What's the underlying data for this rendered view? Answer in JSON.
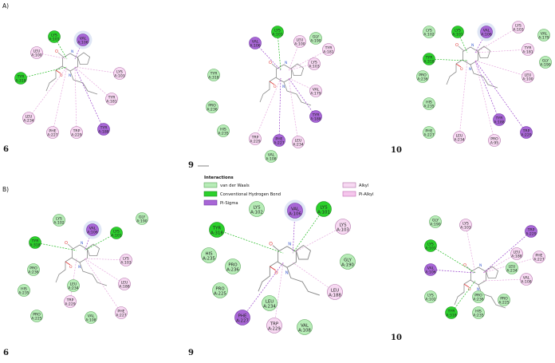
{
  "panel_labels": {
    "a": "A)",
    "b": "B)"
  },
  "compound_labels": {
    "a1": "6",
    "a2": "9",
    "a3": "10",
    "b1": "6",
    "b2": "9",
    "b3": "10"
  },
  "legend": {
    "title": "Interactions",
    "items": [
      {
        "label": "van der Waals",
        "fill": "#b7ecb7",
        "stroke": "#5aa55a"
      },
      {
        "label": "Conventional Hydrogen Bond",
        "fill": "#2bd02b",
        "stroke": "#1a8a1a"
      },
      {
        "label": "Pi-Sigma",
        "fill": "#a866d6",
        "stroke": "#6a2ea0"
      },
      {
        "label": "Alkyl",
        "fill": "#f7d9f2",
        "stroke": "#b070a8"
      },
      {
        "label": "Pi-Alkyl",
        "fill": "#f5c6ec",
        "stroke": "#c06ab4"
      }
    ]
  },
  "colors": {
    "vdw": "#b7ecb7",
    "vdw_stroke": "#5aa55a",
    "hbond": "#2bd02b",
    "hbond_stroke": "#1a8a1a",
    "pisigma": "#a866d6",
    "pisigma_stroke": "#6a2ea0",
    "alkyl": "#f7d9f2",
    "alkyl_stroke": "#b070a8",
    "halo": "#dfe6f5",
    "molecule": "#8c8c8c",
    "oxygen": "#e04040",
    "nitrogen": "#4060d0",
    "hbond_line": "#22bb22",
    "pisigma_line": "#9a44cc",
    "alkyl_line": "#e6a8de"
  },
  "diagrams": [
    {
      "id": "a1",
      "residues": [
        {
          "text": [
            "LYS",
            "A:101"
          ],
          "type": "hbond"
        },
        {
          "text": [
            "VAL",
            "A:106"
          ],
          "type": "pisigma",
          "halo": true
        },
        {
          "text": [
            "LEU",
            "A:100"
          ],
          "type": "alkyl"
        },
        {
          "text": [
            "TYR",
            "A:318"
          ],
          "type": "hbond"
        },
        {
          "text": [
            "LYS",
            "A:103"
          ],
          "type": "alkyl"
        },
        {
          "text": [
            "TYR",
            "A:181"
          ],
          "type": "alkyl"
        },
        {
          "text": [
            "LEU",
            "A:234"
          ],
          "type": "alkyl"
        },
        {
          "text": [
            "TYR",
            "A:188"
          ],
          "type": "pisigma"
        },
        {
          "text": [
            "PHE",
            "A:227"
          ],
          "type": "alkyl"
        },
        {
          "text": [
            "TRP",
            "A:229"
          ],
          "type": "alkyl"
        }
      ]
    },
    {
      "id": "a2",
      "residues": [
        {
          "text": [
            "LYS",
            "A:101"
          ],
          "type": "hbond"
        },
        {
          "text": [
            "VAL",
            "A:106"
          ],
          "type": "pisigma"
        },
        {
          "text": [
            "LEU",
            "A:100"
          ],
          "type": "alkyl"
        },
        {
          "text": [
            "GLY",
            "A:190"
          ],
          "type": "vdw"
        },
        {
          "text": [
            "TYR",
            "A:181"
          ],
          "type": "alkyl"
        },
        {
          "text": [
            "LYS",
            "A:103"
          ],
          "type": "alkyl"
        },
        {
          "text": [
            "TYR",
            "A:318"
          ],
          "type": "vdw"
        },
        {
          "text": [
            "VAL",
            "A:179"
          ],
          "type": "alkyl"
        },
        {
          "text": [
            "PRO",
            "A:236"
          ],
          "type": "vdw"
        },
        {
          "text": [
            "TYR",
            "A:188"
          ],
          "type": "pisigma"
        },
        {
          "text": [
            "HIS",
            "A:235"
          ],
          "type": "vdw"
        },
        {
          "text": [
            "TRP",
            "A:229"
          ],
          "type": "alkyl"
        },
        {
          "text": [
            "PHE",
            "A:227"
          ],
          "type": "pisigma"
        },
        {
          "text": [
            "LEU",
            "A:234"
          ],
          "type": "alkyl"
        },
        {
          "text": [
            "VAL",
            "A:108"
          ],
          "type": "vdw"
        }
      ]
    },
    {
      "id": "a3",
      "residues": [
        {
          "text": [
            "LYS",
            "A:102"
          ],
          "type": "vdw"
        },
        {
          "text": [
            "LYS",
            "A:101"
          ],
          "type": "hbond"
        },
        {
          "text": [
            "VAL",
            "A:106"
          ],
          "type": "pisigma",
          "halo": true
        },
        {
          "text": [
            "LYS",
            "A:103"
          ],
          "type": "alkyl"
        },
        {
          "text": [
            "VAL",
            "A:179"
          ],
          "type": "vdw"
        },
        {
          "text": [
            "TYR",
            "A:318"
          ],
          "type": "hbond"
        },
        {
          "text": [
            "TYR",
            "A:181"
          ],
          "type": "alkyl"
        },
        {
          "text": [
            "GLY",
            "A:190"
          ],
          "type": "vdw"
        },
        {
          "text": [
            "PRO",
            "A:236"
          ],
          "type": "vdw"
        },
        {
          "text": [
            "LEU",
            "A:100"
          ],
          "type": "alkyl"
        },
        {
          "text": [
            "HIS",
            "A:235"
          ],
          "type": "vdw"
        },
        {
          "text": [
            "TYR",
            "A:188"
          ],
          "type": "pisigma"
        },
        {
          "text": [
            "TRP",
            "A:229"
          ],
          "type": "pisigma"
        },
        {
          "text": [
            "PHE",
            "A:227"
          ],
          "type": "vdw"
        },
        {
          "text": [
            "LEU",
            "A:234"
          ],
          "type": "alkyl"
        },
        {
          "text": [
            "PRO",
            "A:95"
          ],
          "type": "alkyl"
        }
      ]
    },
    {
      "id": "b1",
      "residues": [
        {
          "text": [
            "LYS",
            "A:102"
          ],
          "type": "vdw"
        },
        {
          "text": [
            "VAL",
            "A:106"
          ],
          "type": "pisigma",
          "halo": true
        },
        {
          "text": [
            "LYS",
            "A:101"
          ],
          "type": "hbond"
        },
        {
          "text": [
            "TYR",
            "A:318"
          ],
          "type": "hbond"
        },
        {
          "text": [
            "GLY",
            "A:190"
          ],
          "type": "vdw"
        },
        {
          "text": [
            "PRO",
            "A:236"
          ],
          "type": "vdw"
        },
        {
          "text": [
            "LYS",
            "A:103"
          ],
          "type": "alkyl"
        },
        {
          "text": [
            "HIS",
            "A:235"
          ],
          "type": "vdw"
        },
        {
          "text": [
            "LEU",
            "A:234"
          ],
          "type": "vdw"
        },
        {
          "text": [
            "LEU",
            "A:188"
          ],
          "type": "alkyl"
        },
        {
          "text": [
            "PRO",
            "A:225"
          ],
          "type": "vdw"
        },
        {
          "text": [
            "TRP",
            "A:229"
          ],
          "type": "alkyl"
        },
        {
          "text": [
            "VAL",
            "A:108"
          ],
          "type": "vdw"
        },
        {
          "text": [
            "PHE",
            "A:227"
          ],
          "type": "alkyl"
        }
      ]
    },
    {
      "id": "b2",
      "residues": [
        {
          "text": [
            "LYS",
            "A:102"
          ],
          "type": "vdw"
        },
        {
          "text": [
            "VAL",
            "A:106"
          ],
          "type": "pisigma",
          "halo": true
        },
        {
          "text": [
            "LYS",
            "A:101"
          ],
          "type": "hbond"
        },
        {
          "text": [
            "TYR",
            "A:318"
          ],
          "type": "hbond"
        },
        {
          "text": [
            "LYS",
            "A:103"
          ],
          "type": "alkyl"
        },
        {
          "text": [
            "HIS",
            "A:235"
          ],
          "type": "vdw"
        },
        {
          "text": [
            "PRO",
            "A:236"
          ],
          "type": "vdw"
        },
        {
          "text": [
            "GLY",
            "A:190"
          ],
          "type": "vdw"
        },
        {
          "text": [
            "PRO",
            "A:225"
          ],
          "type": "vdw"
        },
        {
          "text": [
            "LEU",
            "A:188"
          ],
          "type": "alkyl"
        },
        {
          "text": [
            "LEU",
            "A:234"
          ],
          "type": "vdw"
        },
        {
          "text": [
            "PHE",
            "A:227"
          ],
          "type": "pisigma"
        },
        {
          "text": [
            "TRP",
            "A:229"
          ],
          "type": "alkyl"
        },
        {
          "text": [
            "VAL",
            "A:108"
          ],
          "type": "vdw"
        }
      ]
    },
    {
      "id": "b3",
      "residues": [
        {
          "text": [
            "GLY",
            "A:190"
          ],
          "type": "vdw"
        },
        {
          "text": [
            "LYS",
            "A:103"
          ],
          "type": "alkyl"
        },
        {
          "text": [
            "TRP",
            "A:229"
          ],
          "type": "pisigma"
        },
        {
          "text": [
            "LYS",
            "A:101"
          ],
          "type": "hbond"
        },
        {
          "text": [
            "LEU",
            "A:188"
          ],
          "type": "alkyl"
        },
        {
          "text": [
            "PHE",
            "A:227"
          ],
          "type": "alkyl"
        },
        {
          "text": [
            "VAL",
            "A:106"
          ],
          "type": "pisigma"
        },
        {
          "text": [
            "LEU",
            "A:234"
          ],
          "type": "vdw"
        },
        {
          "text": [
            "VAL",
            "A:108"
          ],
          "type": "alkyl"
        },
        {
          "text": [
            "LYS",
            "A:102"
          ],
          "type": "vdw"
        },
        {
          "text": [
            "PRO",
            "A:236"
          ],
          "type": "vdw"
        },
        {
          "text": [
            "PRO",
            "A:225"
          ],
          "type": "vdw"
        },
        {
          "text": [
            "TYR",
            "A:318"
          ],
          "type": "hbond"
        },
        {
          "text": [
            "HIS",
            "A:235"
          ],
          "type": "vdw"
        }
      ]
    }
  ]
}
